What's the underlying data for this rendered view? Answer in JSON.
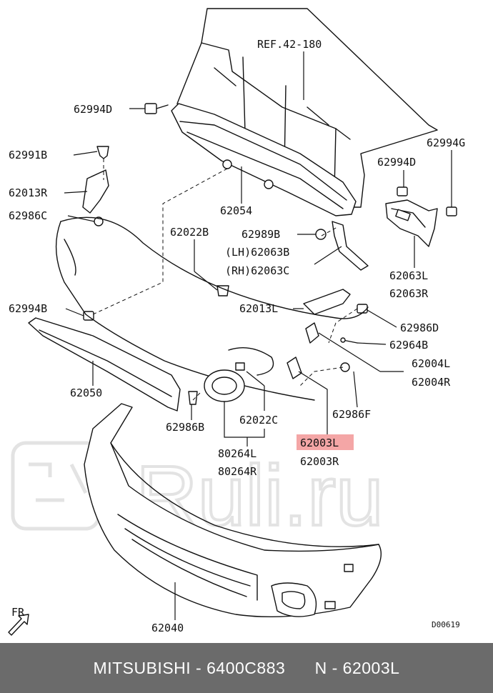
{
  "diagram": {
    "labels": {
      "ref": "REF.42-180",
      "p62994D_a": "62994D",
      "p62994G": "62994G",
      "p62994D_b": "62994D",
      "p62991B": "62991B",
      "p62013R": "62013R",
      "p62986C": "62986C",
      "p62054": "62054",
      "p62022B": "62022B",
      "p62989B": "62989B",
      "lh62063B": "(LH)62063B",
      "rh62063C": "(RH)62063C",
      "p62063L": "62063L",
      "p62063R": "62063R",
      "p62994B": "62994B",
      "p62013L": "62013L",
      "p62986D": "62986D",
      "p62964B": "62964B",
      "p62004L": "62004L",
      "p62004R": "62004R",
      "p62050": "62050",
      "p62986F": "62986F",
      "p62986B": "62986B",
      "p62022C": "62022C",
      "p62003L": "62003L",
      "p62003R": "62003R",
      "p80264L": "80264L",
      "p80264R": "80264R",
      "p62040": "62040",
      "fr": "FR",
      "code": "D00619"
    },
    "highlight_color": "#f4a6a6",
    "watermark": "Ruli.ru"
  },
  "footer": {
    "brand": "MITSUBISHI",
    "part_number": "6400C883",
    "ref_number": "N - 62003L"
  }
}
